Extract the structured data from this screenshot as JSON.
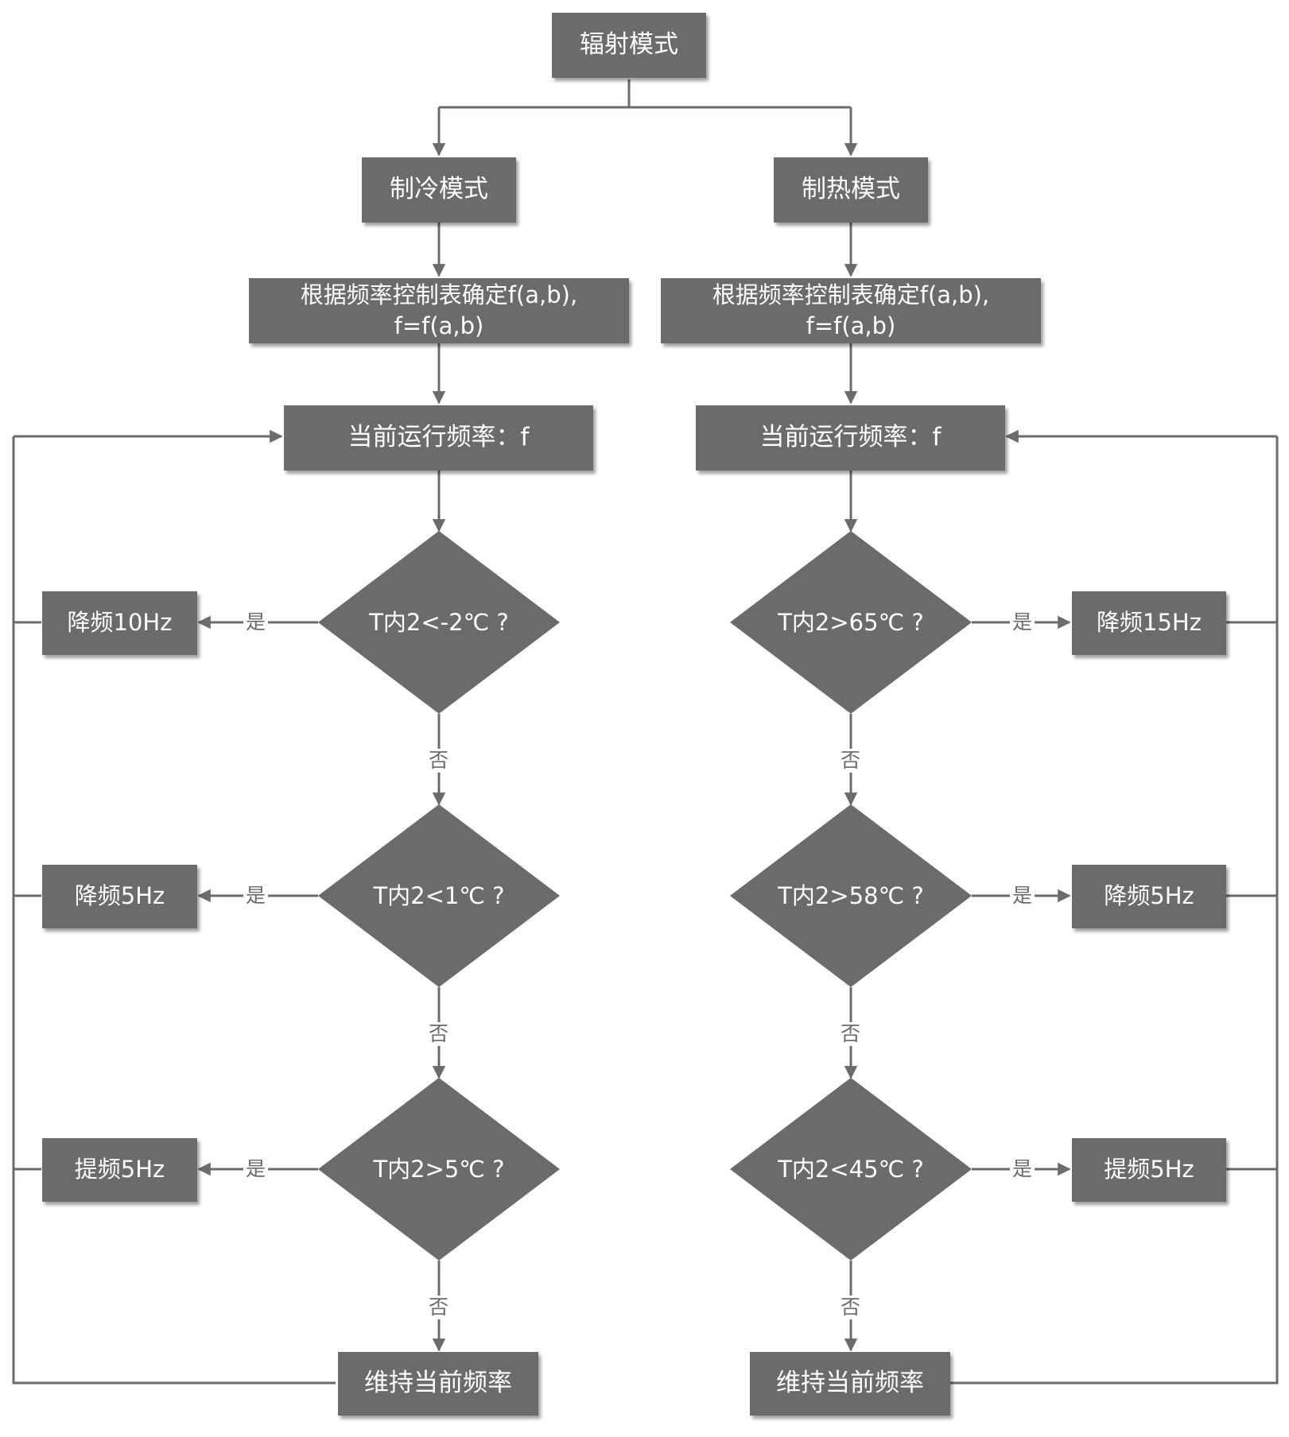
{
  "nodes": {
    "root": "辐射模式",
    "cool_mode": "制冷模式",
    "heat_mode": "制热模式",
    "cool_determine": [
      "根据频率控制表确定f(a,b),",
      "f=f(a,b)"
    ],
    "heat_determine": [
      "根据频率控制表确定f(a,b),",
      "f=f(a,b)"
    ],
    "cool_current": "当前运行频率：f",
    "heat_current": "当前运行频率：f",
    "cool_cond1": "T内2<-2℃ ?",
    "cool_cond2": "T内2<1℃ ?",
    "cool_cond3": "T内2>5℃ ?",
    "heat_cond1": "T内2>65℃ ?",
    "heat_cond2": "T内2>58℃ ?",
    "heat_cond3": "T内2<45℃ ?",
    "cool_act1": "降频10Hz",
    "cool_act2": "降频5Hz",
    "cool_act3": "提频5Hz",
    "heat_act1": "降频15Hz",
    "heat_act2": "降频5Hz",
    "heat_act3": "提频5Hz",
    "cool_hold": "维持当前频率",
    "heat_hold": "维持当前频率"
  },
  "edge_labels": {
    "yes": "是",
    "no": "否"
  },
  "colors": {
    "box_fill": "#6b6b6b",
    "box_text": "#ffffff",
    "line": "#6b6b6b",
    "background": "#ffffff"
  }
}
